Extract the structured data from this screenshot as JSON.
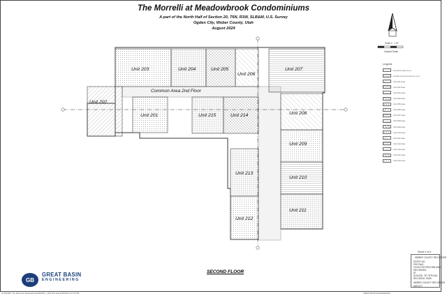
{
  "title": "The Morrelli at Meadowbrook Condominiums",
  "subtitle_lines": [
    "A part of the North Half of Section 20, T6N, R1W, SLB&M, U.S. Survey",
    "Ogden City, Weber County, Utah",
    "August 2024"
  ],
  "floor_label": "SECOND FLOOR",
  "common_area_label": "Common Area 2nd Floor",
  "units": {
    "u201": "Unit 201",
    "u202": "Unit 202",
    "u203": "Unit 203",
    "u204": "Unit 204",
    "u205": "Unit 205",
    "u206": "Unit 206",
    "u207": "Unit 207",
    "u208": "Unit 208",
    "u209": "Unit 209",
    "u210": "Unit 210",
    "u211": "Unit 211",
    "u212": "Unit 212",
    "u213": "Unit 213",
    "u214": "Unit 214",
    "u215": "Unit 215"
  },
  "legend": {
    "title": "Legend",
    "items": [
      {
        "label": "Common Area (C.A.)"
      },
      {
        "label": "Limited Common Area (L.C.A.)"
      },
      {
        "label": "Unit 201 Area"
      },
      {
        "label": "Unit 202 Area"
      },
      {
        "label": "Unit 203 Area"
      },
      {
        "label": "Unit 204 Area"
      },
      {
        "label": "Unit 205 Area"
      },
      {
        "label": "Unit 206 Area"
      },
      {
        "label": "Unit 207 Area"
      },
      {
        "label": "Unit 208 Area"
      },
      {
        "label": "Unit 209 Area"
      },
      {
        "label": "Unit 210 Area"
      },
      {
        "label": "Unit 211 Area"
      },
      {
        "label": "Unit 212 Area"
      },
      {
        "label": "Unit 213 Area"
      },
      {
        "label": "Unit 214 Area"
      },
      {
        "label": "Unit 215 Area"
      }
    ]
  },
  "scale_text": "Scale 1\" = 20'",
  "graphic_scale_text": "Graphic Scale",
  "sheet_number": "Sheet 2 of 5",
  "recorder": {
    "title": "WEBER COUNTY RECORDER",
    "entry": "ENTRY NO.",
    "fee": "FEE PAID",
    "filed": "FILED FOR RECORD AND",
    "recorded": "RECORDED",
    "at": "AT",
    "book": "IN BOOK",
    "page": "OF OFFICIAL",
    "records": "RECORDS, PAGE",
    "recorder_line": "WEBER COUNTY RECORDER",
    "deputy": "DEPUTY"
  },
  "company": {
    "name": "GREAT BASIN",
    "sub": "ENGINEERING",
    "initials": "GB"
  },
  "footer_left": "N:\\2504007 The Morrelli at Meadowbrook\\2504007_ 2ND FLR.dwg 8/26/2024 3:37:39 PM",
  "footer_right": "GREAT BASIN ENGINEERING"
}
